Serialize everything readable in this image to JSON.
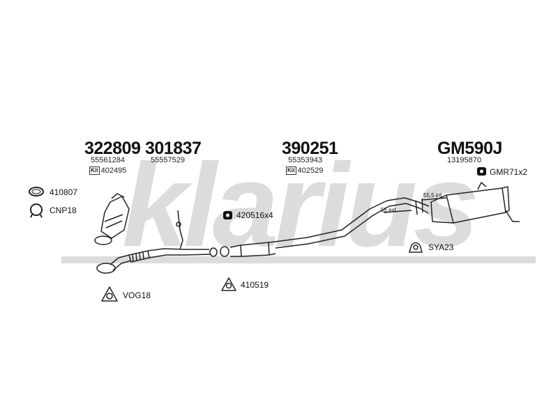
{
  "watermark": {
    "text": "klarius",
    "color": "#d9d9d9"
  },
  "columns": [
    {
      "part_number": "322809",
      "oe_number": "55561284",
      "kit_label": "Kit",
      "kit_number": "402495"
    },
    {
      "part_number": "301837",
      "oe_number": "55557529"
    },
    {
      "part_number": "390251",
      "oe_number": "55353943",
      "kit_label": "Kit",
      "kit_number": "402529"
    },
    {
      "part_number": "GM590J",
      "oe_number": "13195870"
    }
  ],
  "fittings": {
    "f410807": "410807",
    "cnp18": "CNP18",
    "f420516": "420516x4",
    "vog18": "VOG18",
    "f410519": "410519",
    "gmr71": "GMR71x2",
    "sya23": "SYA23"
  },
  "dimensions": {
    "int": "55,5 int.",
    "ext": "55 ext."
  },
  "colors": {
    "line": "#222222",
    "watermark": "#d9d9d9"
  }
}
